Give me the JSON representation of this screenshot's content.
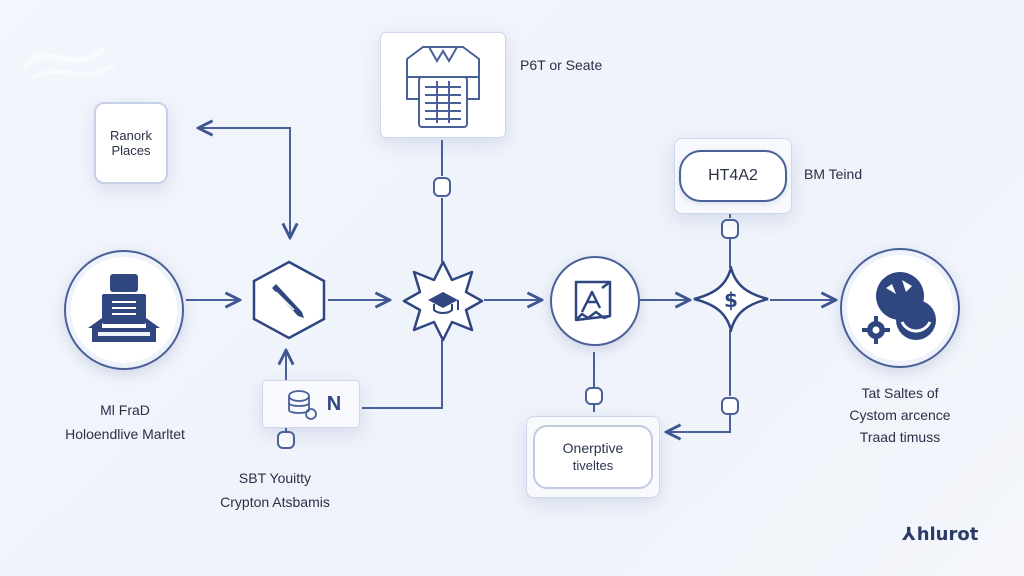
{
  "labels": {
    "places_card": "Ranork Places",
    "top_label": "P6T or Seate",
    "ht_card": "HT4A2",
    "ht_side": "BM Teind",
    "left_line1": "Ml FraD",
    "left_line2": "Holoendlive Marltet",
    "bottom_left_line1": "SBT Youitty",
    "bottom_left_line2": "Crypton Atsbamis",
    "oper_card_line1": "Onerptive",
    "oper_card_line2": "tiveltes",
    "right_line1": "Tat Saltes of",
    "right_line2": "Cystom arcence",
    "right_line3": "Traad timuss",
    "dollar": "$",
    "small_card_glyph": "N"
  },
  "brand": {
    "mark": "⅄",
    "name": "hlurot"
  },
  "colors": {
    "accent": "#2f4680",
    "line": "#4a6098",
    "bg": "#eef2fa"
  },
  "icons": [
    "server-stack-icon",
    "pencil-icon",
    "graduation-cap-icon",
    "document-chart-icon",
    "dollar-icon",
    "globe-gear-icon",
    "chip-database-icon",
    "cloud-icon"
  ]
}
